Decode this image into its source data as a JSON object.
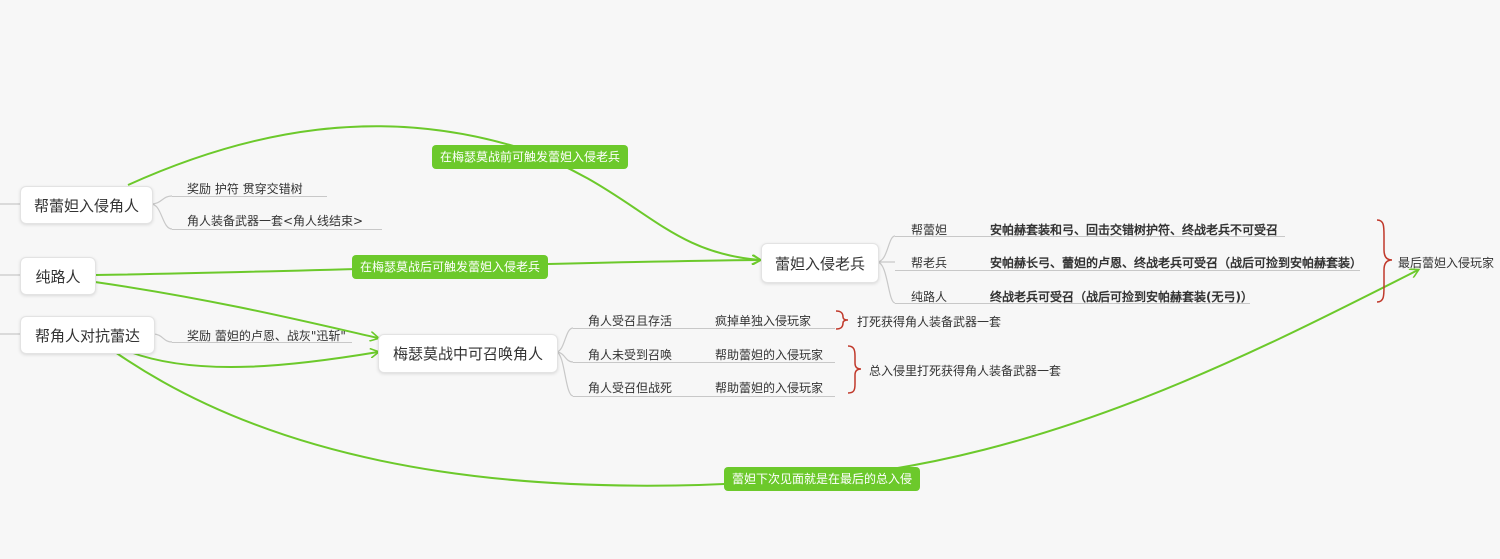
{
  "nodes": {
    "help_lei_invade": "帮蕾妲入侵角人",
    "pure_route": "纯路人",
    "help_vs_lei": "帮角人对抗蕾达",
    "lei_invade_veteran": "蕾妲入侵老兵",
    "summon_in_battle": "梅瑟莫战中可召唤角人"
  },
  "connectors": {
    "before_battle": "在梅瑟莫战前可触发蕾妲入侵老兵",
    "after_battle": "在梅瑟莫战后可触发蕾妲入侵老兵",
    "next_meet": "蕾妲下次见面就是在最后的总入侵"
  },
  "help_lei_children": [
    "奖励 护符  贯穿交错树",
    "角人装备武器一套<角人线结束>"
  ],
  "help_vs_children": [
    "奖励 蕾妲的卢恩、战灰\"迅斩\""
  ],
  "veteran_rows": [
    {
      "who": "帮蕾妲",
      "result": "安帕赫套装和弓、回击交错树护符、终战老兵不可受召"
    },
    {
      "who": "帮老兵",
      "result": "安帕赫长弓、蕾妲的卢恩、终战老兵可受召（战后可捡到安帕赫套装）"
    },
    {
      "who": "纯路人",
      "result": "终战老兵可受召（战后可捡到安帕赫套装(无弓)）"
    }
  ],
  "veteran_summary": "最后蕾妲入侵玩家",
  "summon_rows": [
    {
      "condition": "角人受召且存活",
      "result": "疯掉单独入侵玩家"
    },
    {
      "condition": "角人未受到召唤",
      "result": "帮助蕾妲的入侵玩家"
    },
    {
      "condition": "角人受召但战死",
      "result": "帮助蕾妲的入侵玩家"
    }
  ],
  "summon_summary_1": "打死获得角人装备武器一套",
  "summon_summary_2": "总入侵里打死获得角人装备武器一套",
  "colors": {
    "accent": "#6cc92b",
    "brace": "#c0392b",
    "line": "#c8c8c8"
  }
}
